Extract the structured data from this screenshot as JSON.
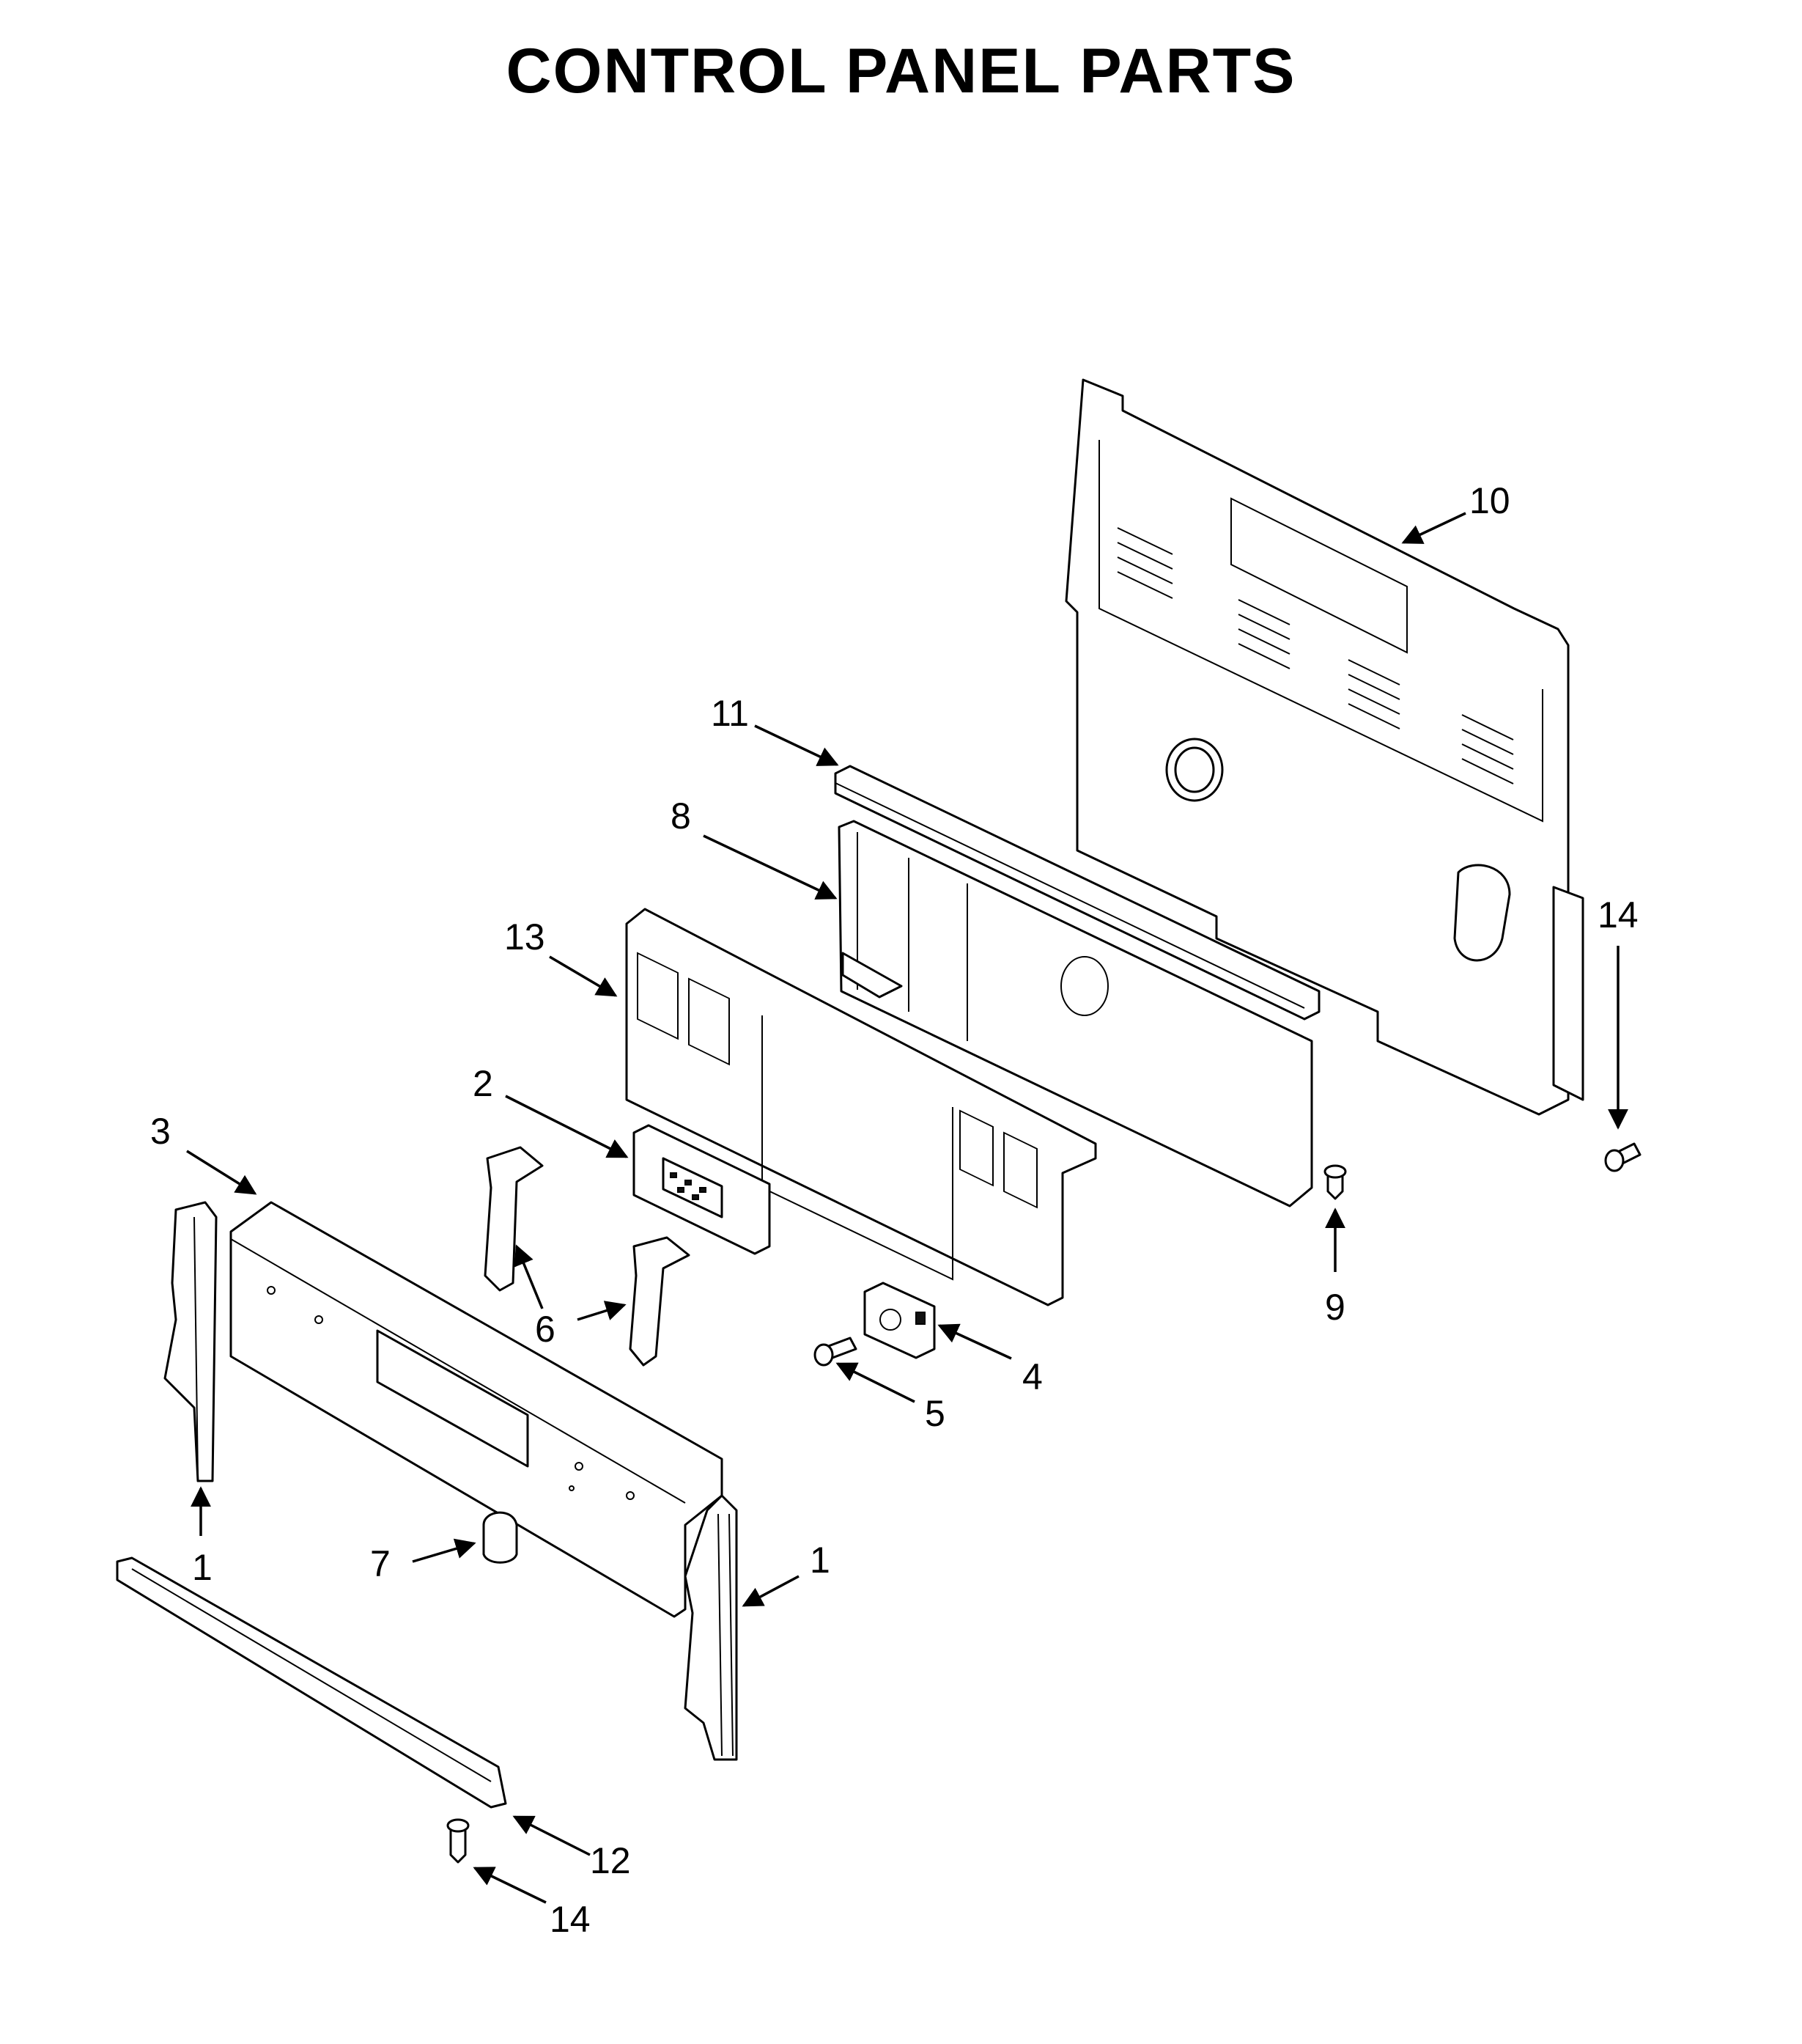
{
  "title": "CONTROL PANEL PARTS",
  "callouts": [
    {
      "id": "c10",
      "label": "10"
    },
    {
      "id": "c11",
      "label": "11"
    },
    {
      "id": "c8",
      "label": "8"
    },
    {
      "id": "c13",
      "label": "13"
    },
    {
      "id": "c14a",
      "label": "14"
    },
    {
      "id": "c2",
      "label": "2"
    },
    {
      "id": "c3",
      "label": "3"
    },
    {
      "id": "c6",
      "label": "6"
    },
    {
      "id": "c4",
      "label": "4"
    },
    {
      "id": "c9",
      "label": "9"
    },
    {
      "id": "c5",
      "label": "5"
    },
    {
      "id": "c1a",
      "label": "1"
    },
    {
      "id": "c7",
      "label": "7"
    },
    {
      "id": "c1b",
      "label": "1"
    },
    {
      "id": "c12",
      "label": "12"
    },
    {
      "id": "c14b",
      "label": "14"
    }
  ]
}
